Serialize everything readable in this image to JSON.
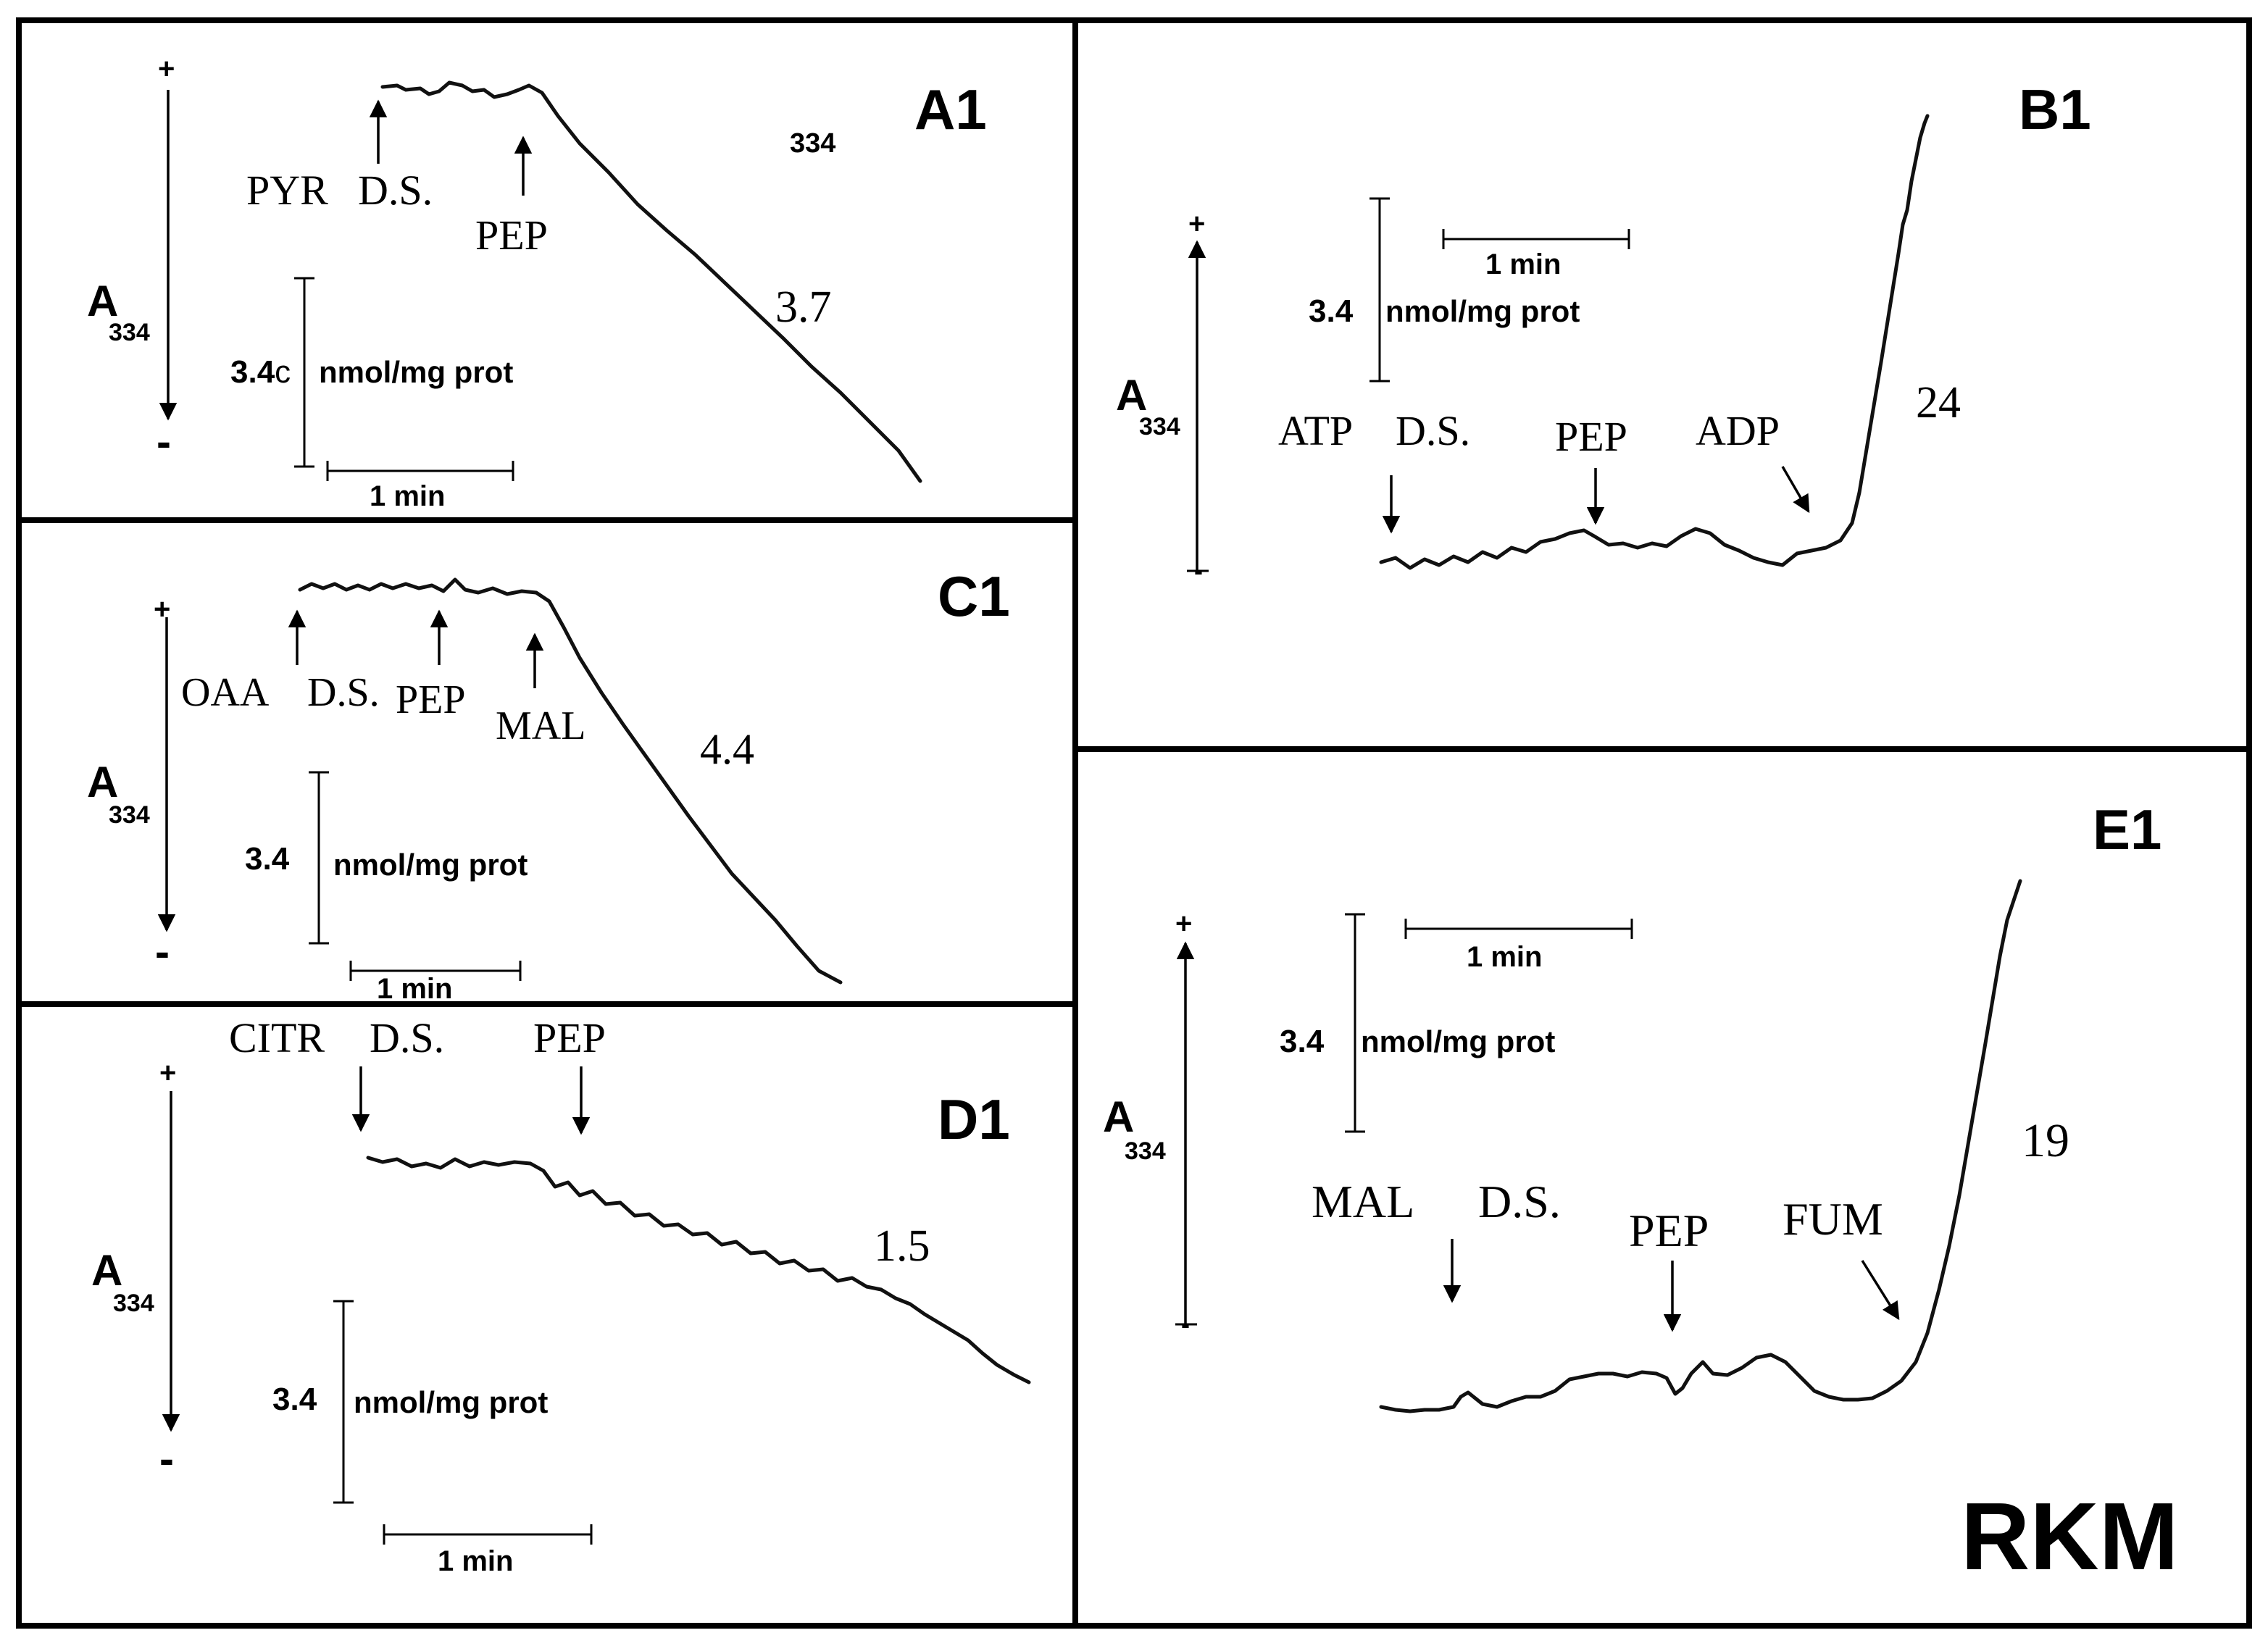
{
  "corner_label": "RKM",
  "panels": [
    {
      "id": "A1",
      "label": "A1",
      "y_axis": {
        "plus": "+",
        "minus": "-",
        "label": "A",
        "subscript": "334"
      },
      "stray_text": "334",
      "scale_value": "3.4",
      "scale_stray": "c",
      "scale_unit": "nmol/mg prot",
      "time_label": "1 min",
      "rate": "3.7",
      "additions": [
        "PYR",
        "D.S.",
        "PEP"
      ]
    },
    {
      "id": "B1",
      "label": "B1",
      "y_axis": {
        "plus": "+",
        "minus": "-",
        "label": "A",
        "subscript": "334"
      },
      "scale_value": "3.4",
      "scale_unit": "nmol/mg prot",
      "time_label": "1 min",
      "rate": "24",
      "additions": [
        "ATP",
        "D.S.",
        "PEP",
        "ADP"
      ]
    },
    {
      "id": "C1",
      "label": "C1",
      "y_axis": {
        "plus": "+",
        "minus": "-",
        "label": "A",
        "subscript": "334"
      },
      "scale_value": "3.4",
      "scale_unit": "nmol/mg prot",
      "time_label": "1 min",
      "rate": "4.4",
      "additions": [
        "OAA",
        "D.S.",
        "PEP",
        "MAL"
      ]
    },
    {
      "id": "D1",
      "label": "D1",
      "y_axis": {
        "plus": "+",
        "minus": "-",
        "label": "A",
        "subscript": "334"
      },
      "scale_value": "3.4",
      "scale_unit": "nmol/mg prot",
      "time_label": "1 min",
      "rate": "1.5",
      "additions": [
        "CITR",
        "D.S.",
        "PEP"
      ]
    },
    {
      "id": "E1",
      "label": "E1",
      "y_axis": {
        "plus": "+",
        "minus": "-",
        "label": "A",
        "subscript": "334"
      },
      "scale_value": "3.4",
      "scale_unit": "nmol/mg prot",
      "time_label": "1 min",
      "rate": "19",
      "additions": [
        "MAL",
        "D.S.",
        "PEP",
        "FUM"
      ]
    }
  ]
}
